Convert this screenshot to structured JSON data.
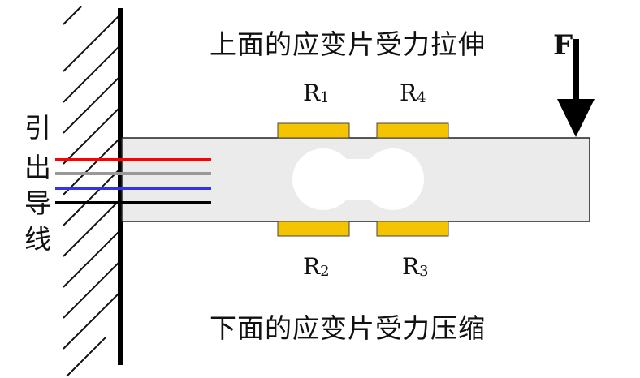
{
  "captions": {
    "top": "上面的应变片受力拉伸",
    "bottom": "下面的应变片受力压缩"
  },
  "lead_wires_label": [
    "引",
    "出",
    "导",
    "线"
  ],
  "force_label": "F",
  "resistors": [
    {
      "id": "R1",
      "letter": "R",
      "sub": "1"
    },
    {
      "id": "R4",
      "letter": "R",
      "sub": "4"
    },
    {
      "id": "R2",
      "letter": "R",
      "sub": "2"
    },
    {
      "id": "R3",
      "letter": "R",
      "sub": "3"
    }
  ],
  "colors": {
    "gauge": "#f5c400",
    "beam": "#ebebeb",
    "wire_red": "#ff0000",
    "wire_gray": "#999999",
    "wire_blue": "#3333ee",
    "wire_black": "#000000"
  }
}
